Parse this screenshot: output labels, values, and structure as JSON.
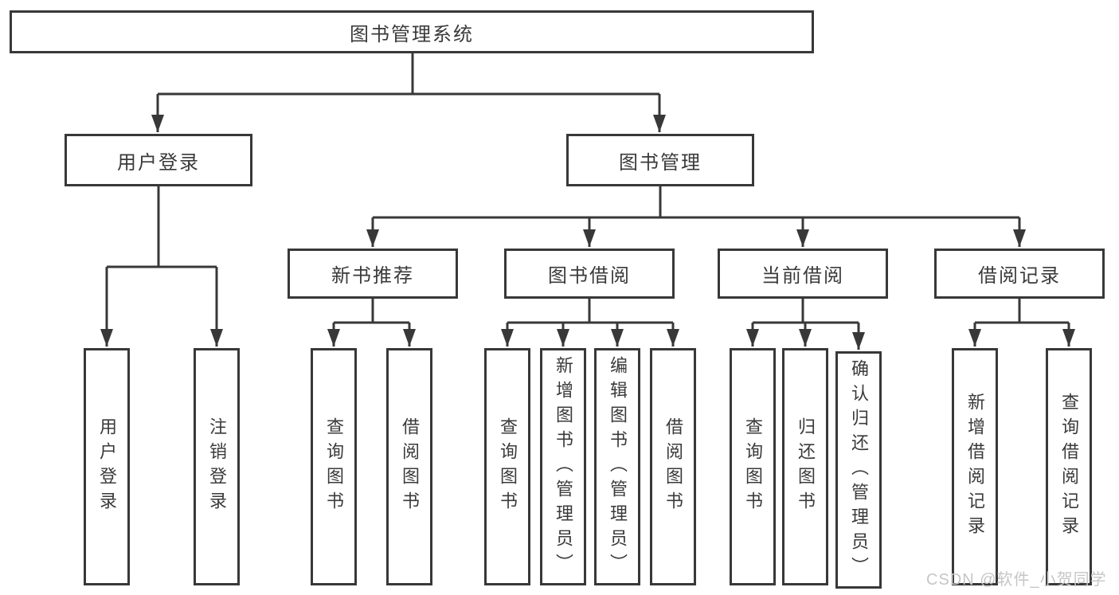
{
  "diagram": {
    "root": {
      "label": "图书管理系统"
    },
    "level2": [
      {
        "label": "用户登录",
        "leaves": [
          {
            "label": "用户登录"
          },
          {
            "label": "注销登录"
          }
        ]
      },
      {
        "label": "图书管理"
      }
    ],
    "level3": [
      {
        "label": "新书推荐",
        "leaves": [
          {
            "label": "查询图书"
          },
          {
            "label": "借阅图书"
          }
        ]
      },
      {
        "label": "图书借阅",
        "leaves": [
          {
            "label": "查询图书"
          },
          {
            "label": "新增图书（管理员）"
          },
          {
            "label": "编辑图书（管理员）"
          },
          {
            "label": "借阅图书"
          }
        ]
      },
      {
        "label": "当前借阅",
        "leaves": [
          {
            "label": "查询图书"
          },
          {
            "label": "归还图书"
          },
          {
            "label": "确认归还（管理员）"
          }
        ]
      },
      {
        "label": "借阅记录",
        "leaves": [
          {
            "label": "新增借阅记录"
          },
          {
            "label": "查询借阅记录"
          }
        ]
      }
    ]
  },
  "watermark": {
    "text": "CSDN @软件_小贺同学"
  },
  "colors": {
    "line": "#383838",
    "text": "#3a3a3a",
    "watermark": "#c6c6c6",
    "background": "#ffffff"
  }
}
